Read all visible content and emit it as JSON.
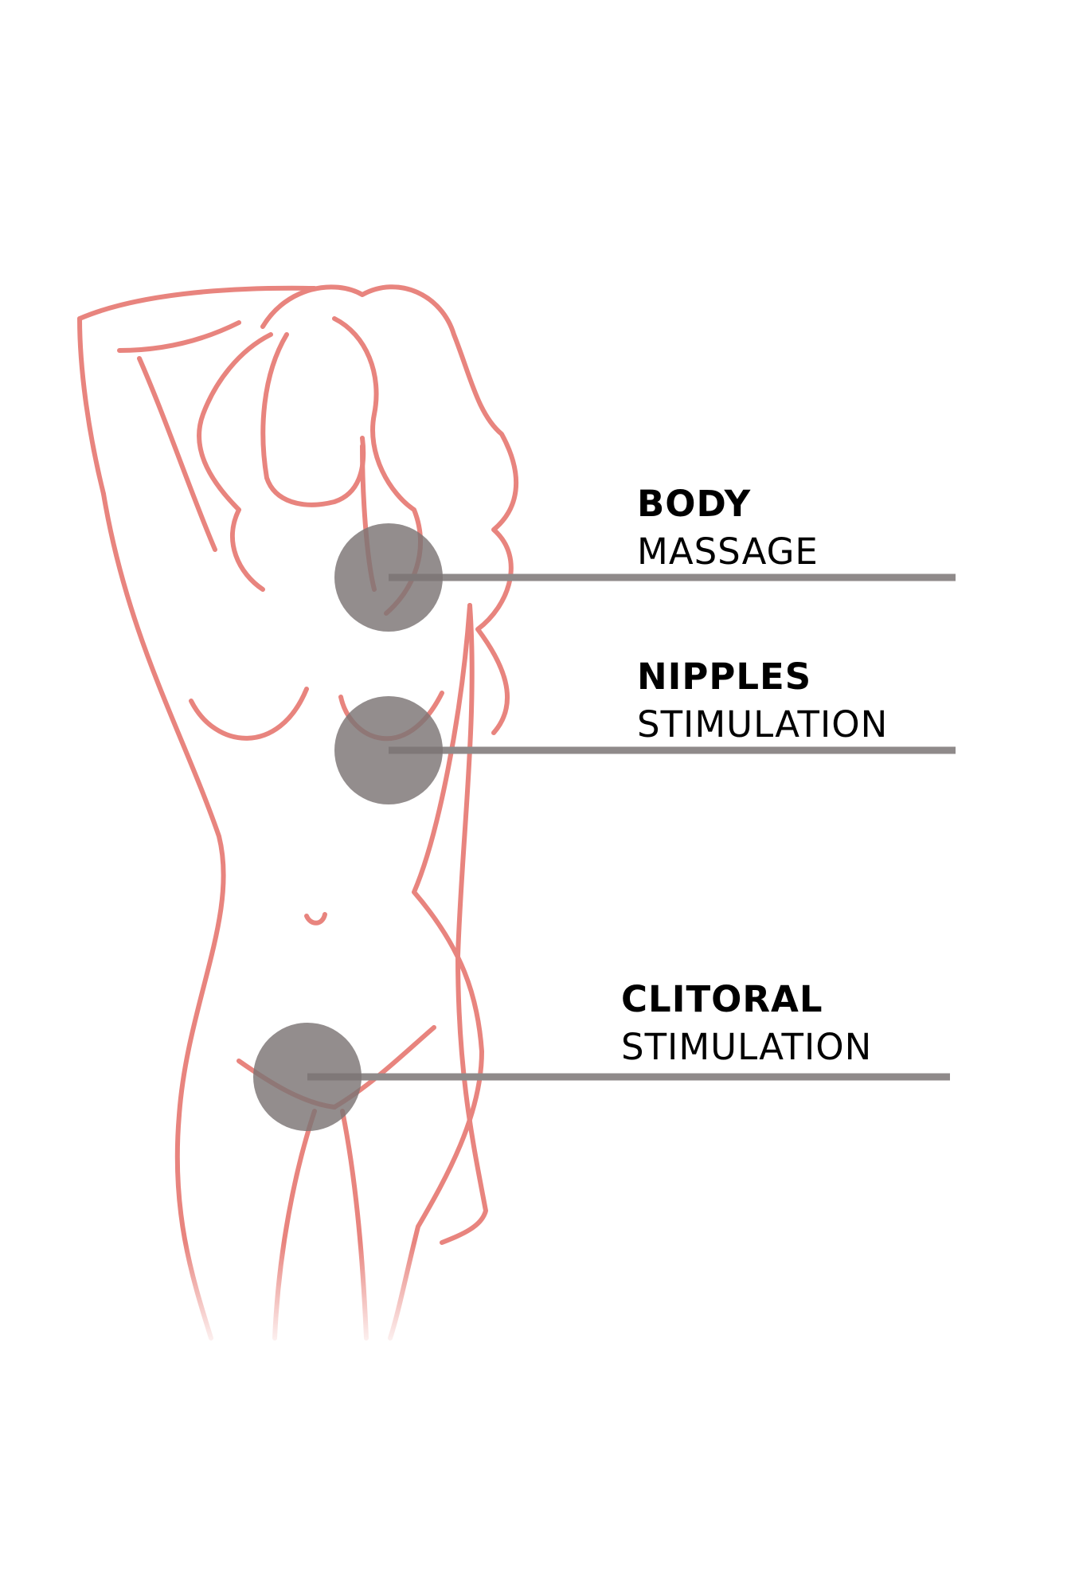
{
  "colors": {
    "outline": "#e8847e",
    "zone_circle": "#7b7474",
    "leader_line": "#8f8a8a",
    "text": "#000000",
    "background": "#ffffff"
  },
  "zones": [
    {
      "title": "BODY",
      "subtitle": "MASSAGE"
    },
    {
      "title": "NIPPLES",
      "subtitle": "STIMULATION"
    },
    {
      "title": "CLITORAL",
      "subtitle": "STIMULATION"
    }
  ]
}
